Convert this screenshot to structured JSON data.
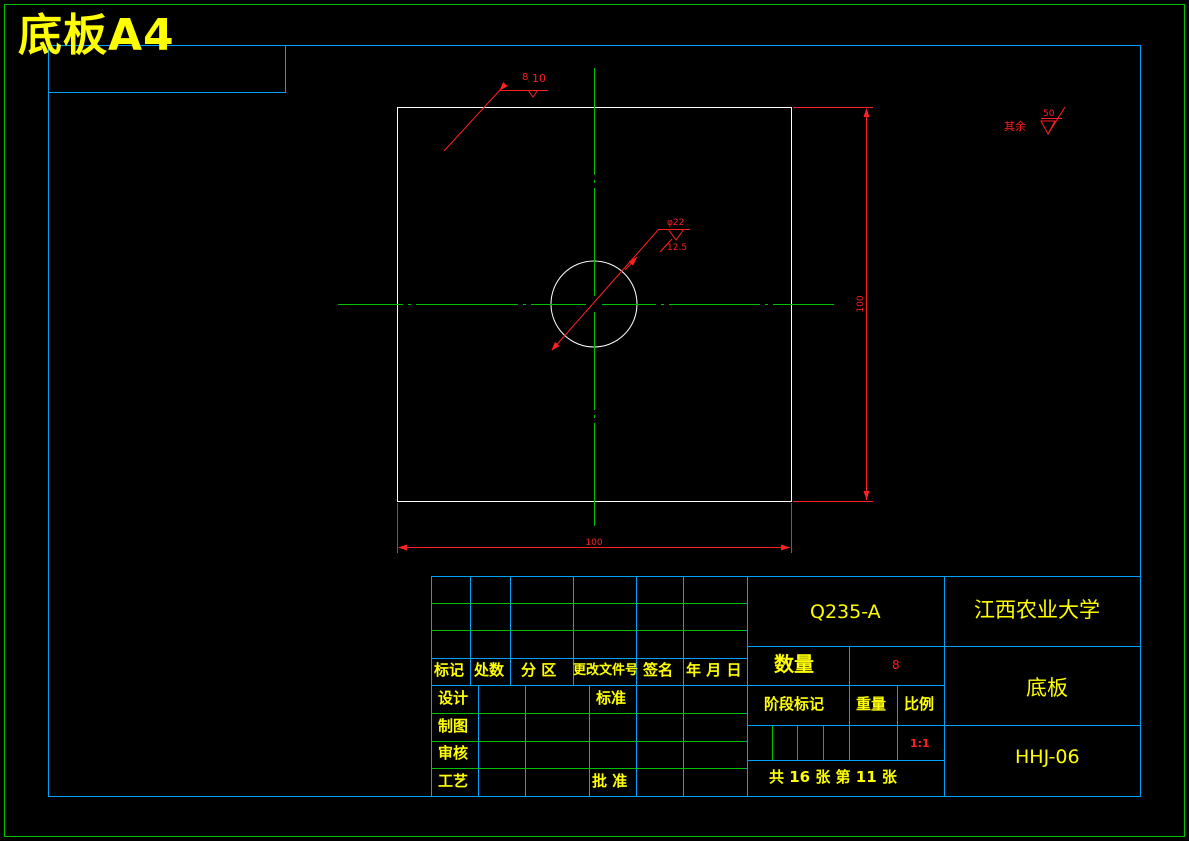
{
  "sheet_title": "底板A4",
  "drawing": {
    "roughness_top": "8",
    "roughness_top_value": "10",
    "hole_diameter": "φ22",
    "hole_roughness": "12.5",
    "dim_width": "100",
    "dim_height": "100",
    "rest_label": "其余",
    "rest_value": "50"
  },
  "title_block": {
    "material": "Q235-A",
    "school": "江西农业大学",
    "quantity_label": "数量",
    "quantity_value": "8",
    "part_name": "底板",
    "stage_label": "阶段标记",
    "weight_label": "重量",
    "scale_label": "比例",
    "scale_value": "1:1",
    "drawing_no": "HHJ-06",
    "sheets_text": "共 16 张   第 11 张",
    "rev_headers": [
      "标记",
      "处数",
      "分 区",
      "更改文件号",
      "签名",
      "年 月 日"
    ],
    "design": "设计",
    "standard": "标准",
    "drafting": "制图",
    "review": "审核",
    "process": "工艺",
    "approve": "批 准"
  }
}
